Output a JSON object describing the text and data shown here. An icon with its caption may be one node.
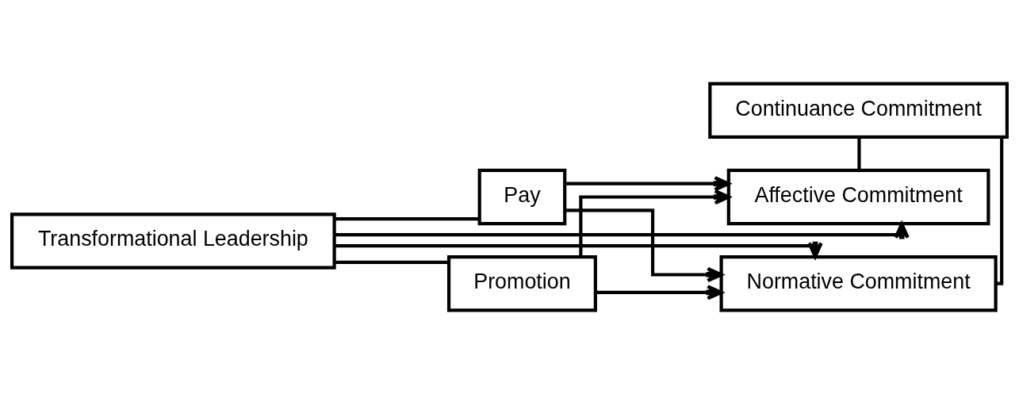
{
  "diagram": {
    "nodes": [
      {
        "text": [
          "Transformational Leadership"
        ]
      },
      {
        "text": [
          "Pay"
        ]
      },
      {
        "text": [
          "Promotion"
        ]
      },
      {
        "text": [
          "Affective Commitment"
        ]
      },
      {
        "text": [
          "Continuance Commitment"
        ]
      },
      {
        "text": [
          "Normative Commitment"
        ]
      }
    ],
    "edges": [
      {
        "from": 0,
        "to": 1,
        "arrow": "none"
      },
      {
        "from": 0,
        "to": 2,
        "arrow": "none"
      },
      {
        "from": 1,
        "to": 3,
        "arrow": "to"
      },
      {
        "from": 1,
        "to": 5,
        "arrow": "to"
      },
      {
        "from": 2,
        "to": 3,
        "arrow": "to"
      },
      {
        "from": 2,
        "to": 5,
        "arrow": "to"
      },
      {
        "from": 0,
        "to": 3,
        "arrow": "to"
      },
      {
        "from": 0,
        "to": 5,
        "arrow": "to"
      },
      {
        "from": 3,
        "to": 4,
        "arrow": "none"
      },
      {
        "from": 4,
        "to": 5,
        "arrow": "none"
      }
    ]
  }
}
